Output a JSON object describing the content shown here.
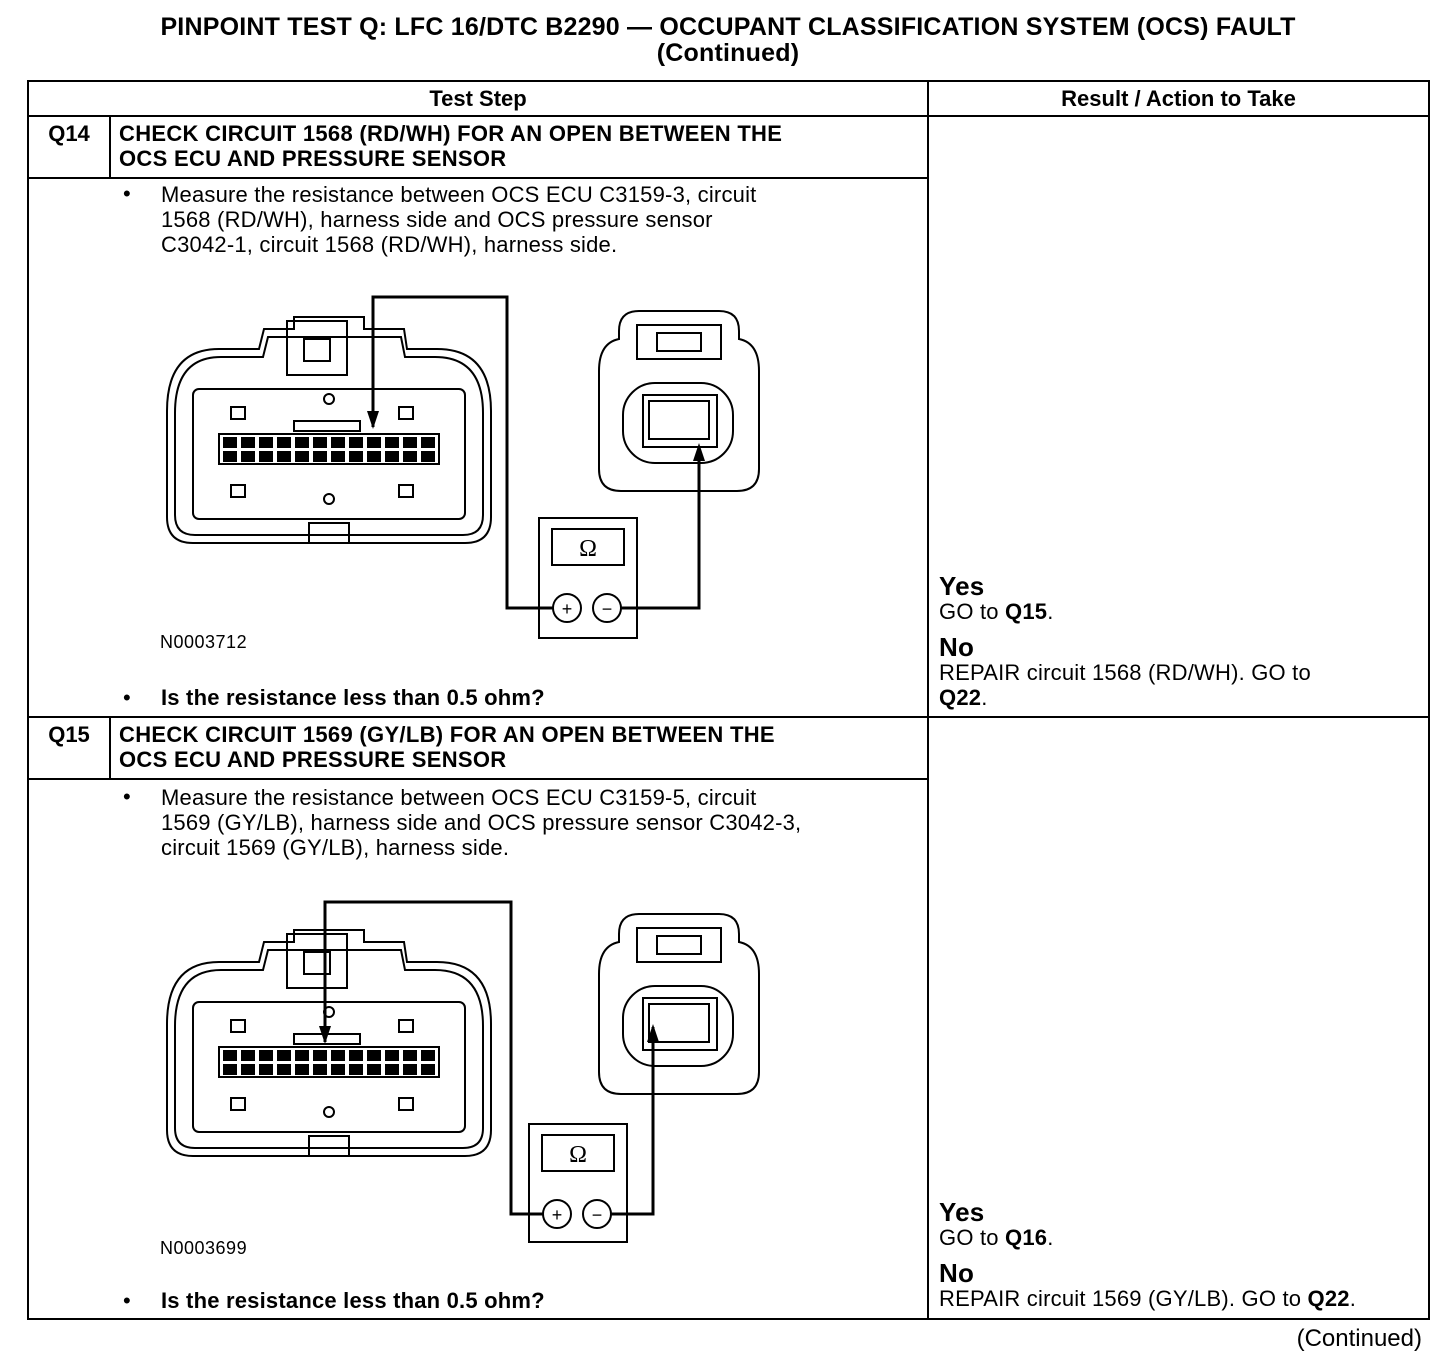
{
  "title": {
    "line1": "PINPOINT TEST Q: LFC 16/DTC B2290 — OCCUPANT CLASSIFICATION SYSTEM (OCS) FAULT",
    "line2": "(Continued)"
  },
  "table": {
    "col_test_step": "Test Step",
    "col_result": "Result / Action to Take"
  },
  "steps": [
    {
      "id": "Q14",
      "heading_line1": "CHECK CIRCUIT 1568 (RD/WH) FOR AN OPEN BETWEEN THE",
      "heading_line2": "OCS ECU AND PRESSURE SENSOR",
      "bullet": "•",
      "instruction_lines": [
        "Measure the resistance between OCS ECU C3159-3, circuit",
        "1568 (RD/WH), harness side and OCS pressure sensor",
        "C3042-1, circuit 1568 (RD/WH), harness side."
      ],
      "figure_id": "N0003712",
      "meter_symbol": "Ω",
      "plus": "+",
      "minus": "−",
      "question": "Is the resistance less than 0.5 ohm?",
      "yes_label": "Yes",
      "yes_text": "GO to ",
      "yes_target": "Q15",
      "yes_end": ".",
      "no_label": "No",
      "no_line1": "REPAIR circuit 1568 (RD/WH). GO to",
      "no_target": "Q22",
      "no_end": "."
    },
    {
      "id": "Q15",
      "heading_line1": "CHECK CIRCUIT 1569 (GY/LB) FOR AN OPEN BETWEEN THE",
      "heading_line2": "OCS ECU AND PRESSURE SENSOR",
      "bullet": "•",
      "instruction_lines": [
        "Measure the resistance between OCS ECU C3159-5, circuit",
        "1569 (GY/LB), harness side and OCS pressure sensor C3042-3,",
        "circuit 1569 (GY/LB), harness side."
      ],
      "figure_id": "N0003699",
      "meter_symbol": "Ω",
      "plus": "+",
      "minus": "−",
      "question": "Is the resistance less than 0.5 ohm?",
      "yes_label": "Yes",
      "yes_text": "GO to ",
      "yes_target": "Q16",
      "yes_end": ".",
      "no_label": "No",
      "no_line1": "REPAIR circuit 1569 (GY/LB). GO to ",
      "no_target": "Q22",
      "no_end": "."
    }
  ],
  "footer": {
    "continued": "(Continued)"
  }
}
